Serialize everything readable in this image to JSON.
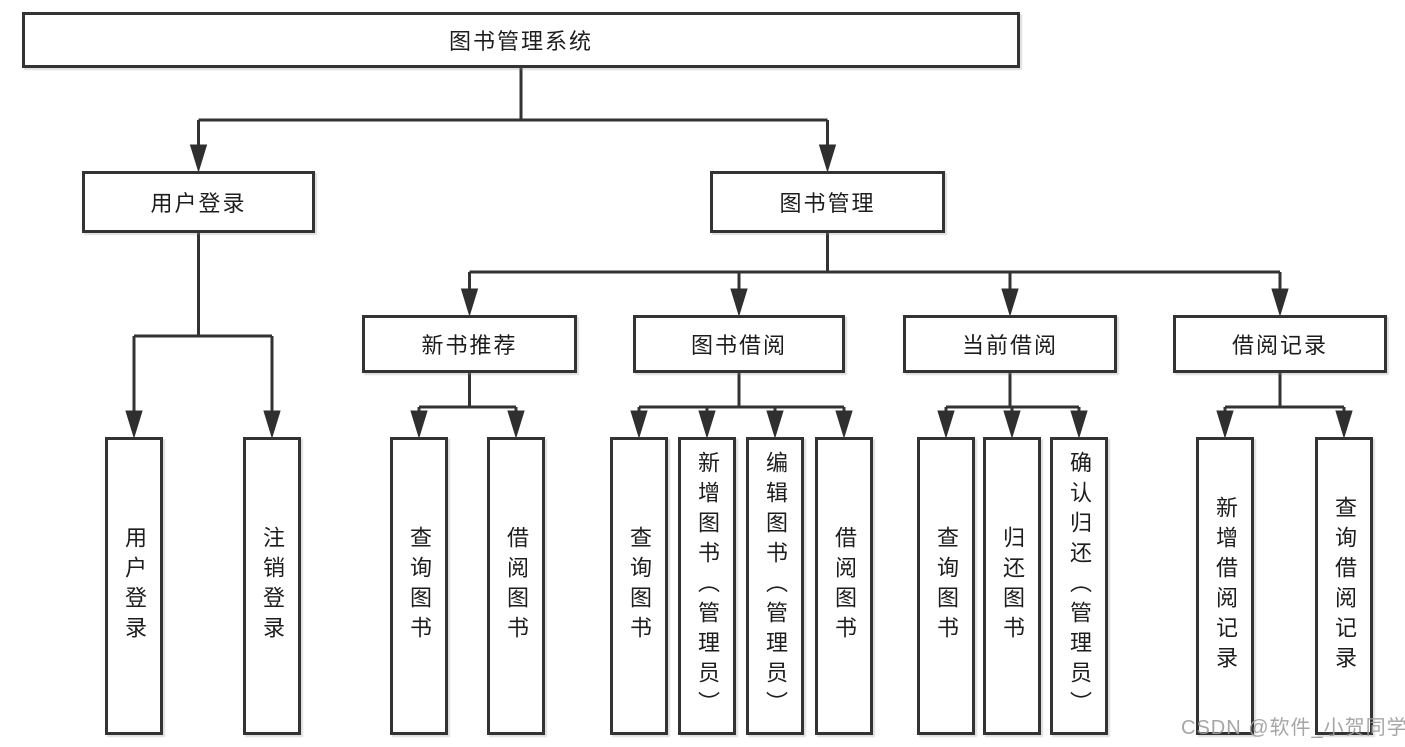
{
  "tree": {
    "label": "图书管理系统",
    "children": [
      {
        "label": "用户登录",
        "children": [
          {
            "label": "用户登录"
          },
          {
            "label": "注销登录"
          }
        ]
      },
      {
        "label": "图书管理",
        "children": [
          {
            "label": "新书推荐",
            "children": [
              {
                "label": "查询图书"
              },
              {
                "label": "借阅图书"
              }
            ]
          },
          {
            "label": "图书借阅",
            "children": [
              {
                "label": "查询图书"
              },
              {
                "label": "新增图书（管理员）"
              },
              {
                "label": "编辑图书（管理员）"
              },
              {
                "label": "借阅图书"
              }
            ]
          },
          {
            "label": "当前借阅",
            "children": [
              {
                "label": "查询图书"
              },
              {
                "label": "归还图书"
              },
              {
                "label": "确认归还（管理员）"
              }
            ]
          },
          {
            "label": "借阅记录",
            "children": [
              {
                "label": "新增借阅记录"
              },
              {
                "label": "查询借阅记录"
              }
            ]
          }
        ]
      }
    ]
  },
  "colors": {
    "line": "#333333",
    "text": "#1d1d1f",
    "watermark": "#9e9e9e"
  },
  "watermark": {
    "text": "CSDN @软件_小贺同学"
  }
}
